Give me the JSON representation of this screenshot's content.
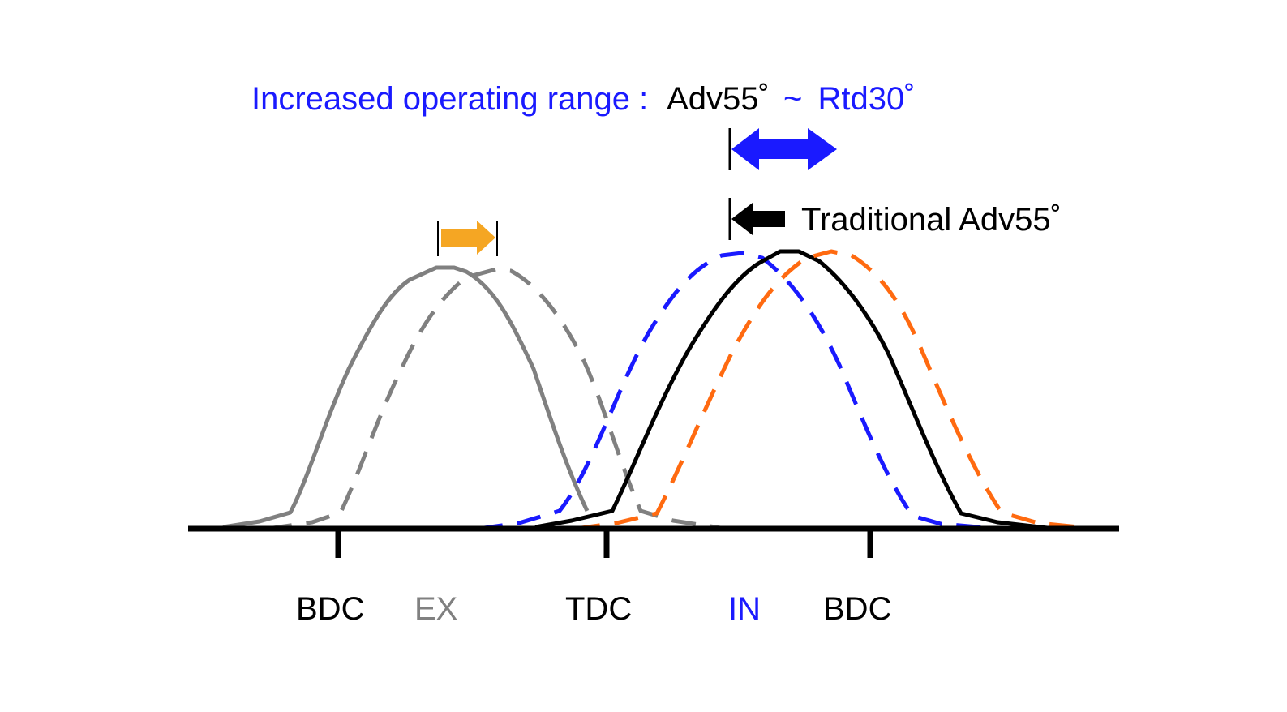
{
  "headline": {
    "prefix": "Increased operating range :",
    "adv_value": "Adv55˚",
    "tilde": "~",
    "rtd_value": "Rtd30˚"
  },
  "traditional_label": "Traditional Adv55˚",
  "axis_labels": {
    "bdc_left": "BDC",
    "ex": "EX",
    "tdc": "TDC",
    "in": "IN",
    "bdc_right": "BDC"
  },
  "colors": {
    "blue": "#1a1aff",
    "black": "#000000",
    "gray": "#808080",
    "orange": "#ff6a10",
    "arrow_orange": "#f5a623"
  },
  "curves": [
    {
      "name": "exhaust-original",
      "color": "gray",
      "style": "solid"
    },
    {
      "name": "exhaust-shifted",
      "color": "gray",
      "style": "dashed"
    },
    {
      "name": "intake-advanced",
      "color": "blue",
      "style": "dashed"
    },
    {
      "name": "intake-base",
      "color": "black",
      "style": "solid"
    },
    {
      "name": "intake-retarded",
      "color": "orange",
      "style": "dashed"
    }
  ]
}
